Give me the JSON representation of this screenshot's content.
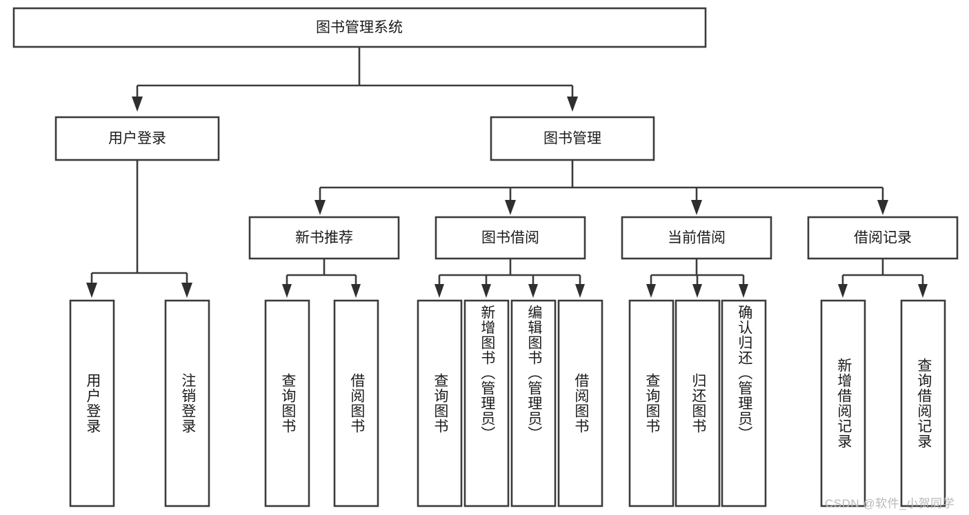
{
  "diagram": {
    "type": "tree",
    "title": "图书管理系统",
    "orientation": "top-down",
    "style": {
      "box_fill": "#ffffff",
      "box_stroke": "#3b3b3b",
      "connector_color": "#3b3b3b",
      "text_color": "#1b1b1b",
      "background": "#ffffff",
      "watermark_color": "#b9b9b9"
    },
    "root": {
      "label": "图书管理系统",
      "level": 1
    },
    "level2": [
      {
        "label": "用户登录",
        "level": 2
      },
      {
        "label": "图书管理",
        "level": 2
      }
    ],
    "level3": [
      {
        "label": "新书推荐",
        "level": 3,
        "parent": "图书管理"
      },
      {
        "label": "图书借阅",
        "level": 3,
        "parent": "图书管理"
      },
      {
        "label": "当前借阅",
        "level": 3,
        "parent": "图书管理"
      },
      {
        "label": "借阅记录",
        "level": 3,
        "parent": "图书管理"
      }
    ],
    "leaves": [
      {
        "label": "用户登录",
        "parent": "用户登录",
        "group": "user-login"
      },
      {
        "label": "注销登录",
        "parent": "用户登录",
        "group": "user-login"
      },
      {
        "label": "查询图书",
        "parent": "新书推荐",
        "group": "new-book"
      },
      {
        "label": "借阅图书",
        "parent": "新书推荐",
        "group": "new-book"
      },
      {
        "label": "查询图书",
        "parent": "图书借阅",
        "group": "book-borrow"
      },
      {
        "label": "新增图书（管理员）",
        "parent": "图书借阅",
        "group": "book-borrow"
      },
      {
        "label": "编辑图书（管理员）",
        "parent": "图书借阅",
        "group": "book-borrow"
      },
      {
        "label": "借阅图书",
        "parent": "图书借阅",
        "group": "book-borrow"
      },
      {
        "label": "查询图书",
        "parent": "当前借阅",
        "group": "current-borrow"
      },
      {
        "label": "归还图书",
        "parent": "当前借阅",
        "group": "current-borrow"
      },
      {
        "label": "确认归还（管理员）",
        "parent": "当前借阅",
        "group": "current-borrow"
      },
      {
        "label": "新增借阅记录",
        "parent": "借阅记录",
        "group": "borrow-record"
      },
      {
        "label": "查询借阅记录",
        "parent": "借阅记录",
        "group": "borrow-record"
      }
    ]
  },
  "watermark": {
    "text": "CSDN @软件_小贺同学"
  }
}
